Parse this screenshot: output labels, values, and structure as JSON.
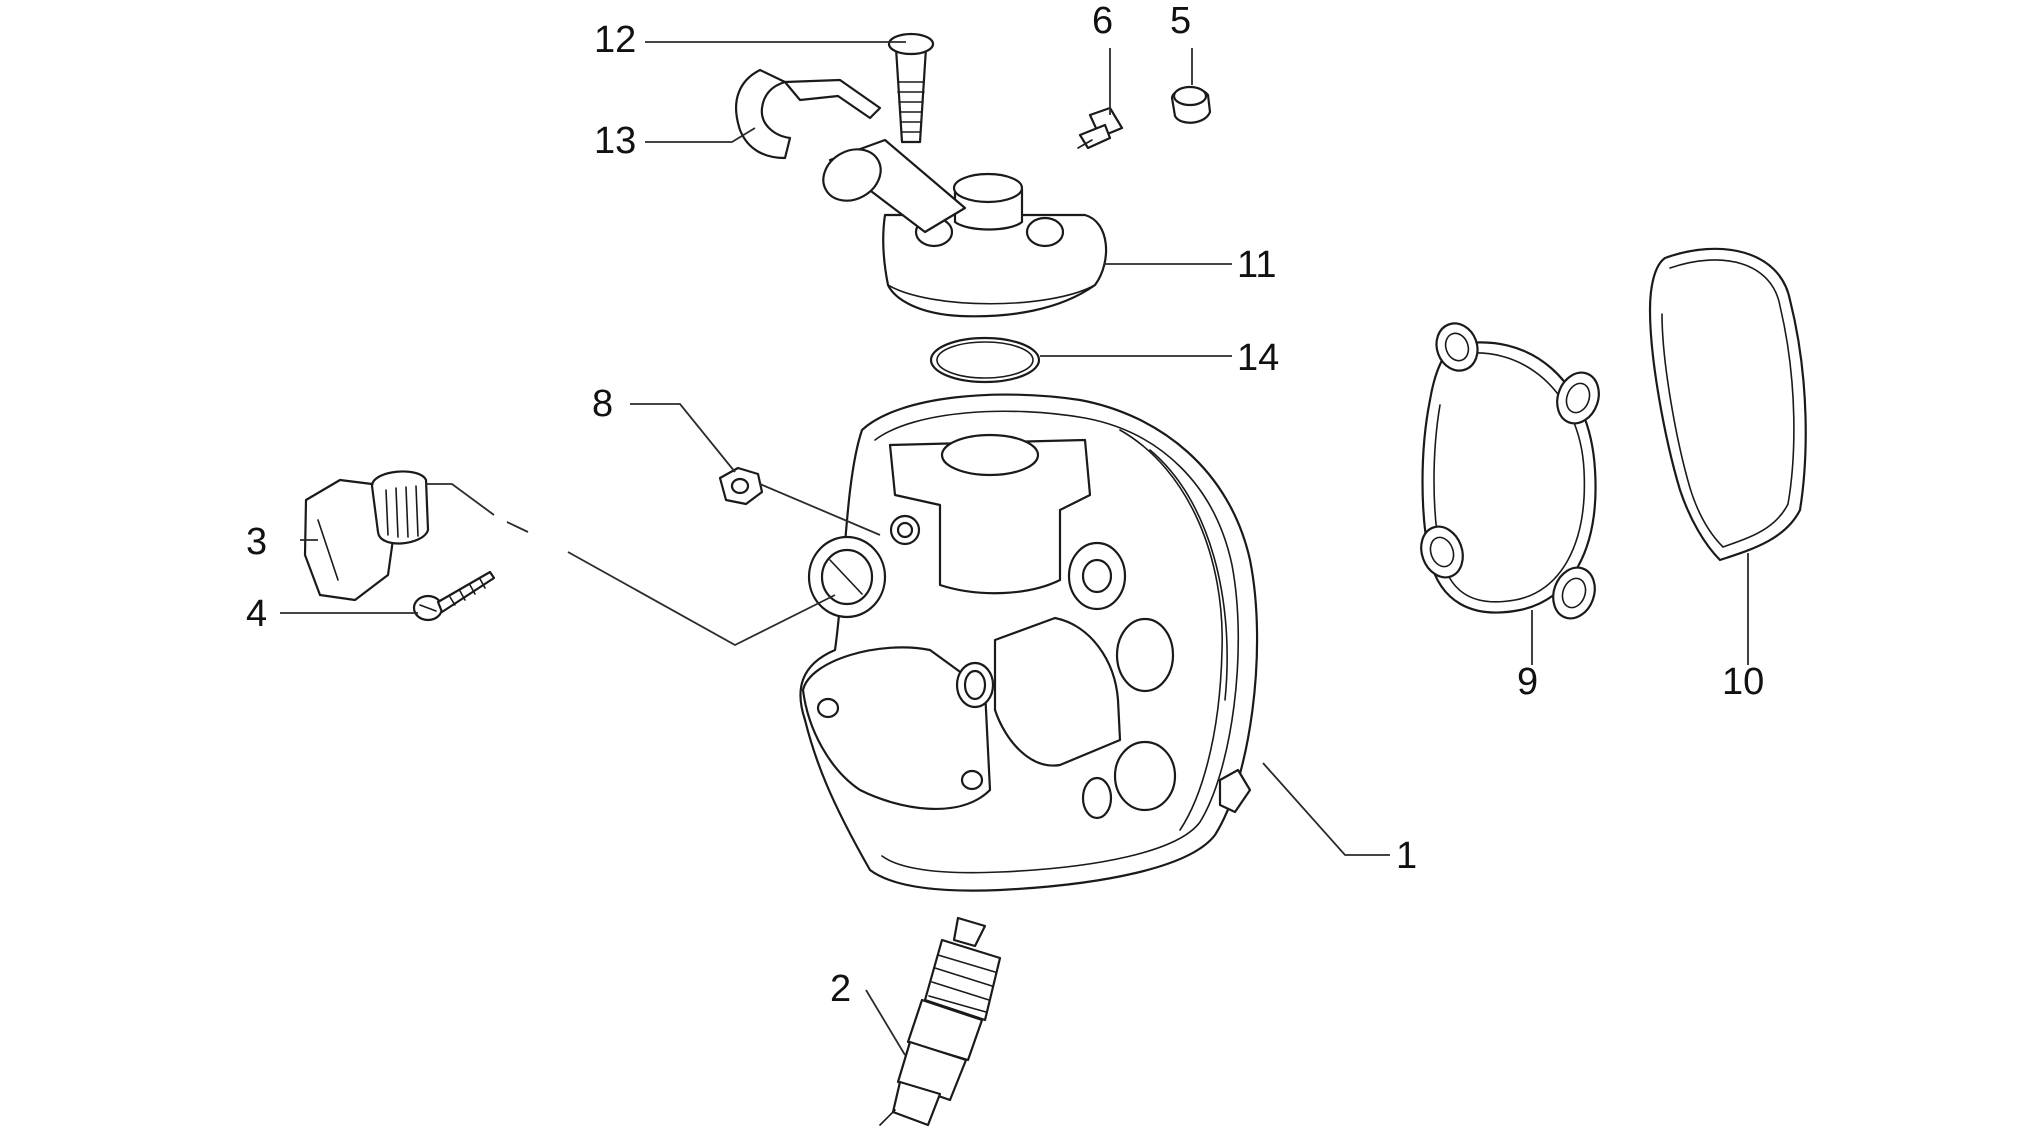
{
  "callouts": [
    {
      "id": "1",
      "label": "1"
    },
    {
      "id": "2",
      "label": "2"
    },
    {
      "id": "3",
      "label": "3"
    },
    {
      "id": "4",
      "label": "4"
    },
    {
      "id": "5",
      "label": "5"
    },
    {
      "id": "6",
      "label": "6"
    },
    {
      "id": "8",
      "label": "8"
    },
    {
      "id": "9",
      "label": "9"
    },
    {
      "id": "10",
      "label": "10"
    },
    {
      "id": "11",
      "label": "11"
    },
    {
      "id": "12",
      "label": "12"
    },
    {
      "id": "13",
      "label": "13"
    },
    {
      "id": "14",
      "label": "14"
    }
  ]
}
